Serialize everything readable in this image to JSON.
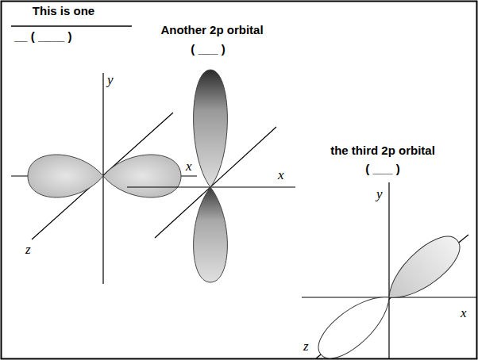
{
  "diagram": {
    "labels": [
      "This is one",
      "__ ( ____ )",
      "Another  2p orbital",
      "( ___ )",
      "the third 2p orbital",
      "( ___ )",
      "y",
      "x",
      "z",
      "x",
      "y",
      "x",
      "z"
    ]
  }
}
